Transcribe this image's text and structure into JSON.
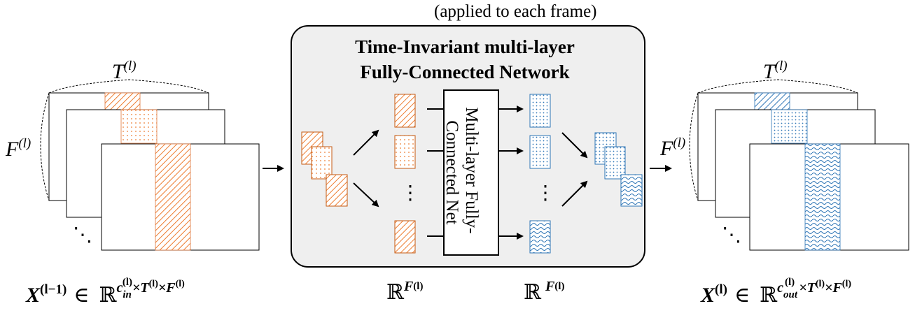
{
  "top_note": "(applied to each frame)",
  "box": {
    "title_line1": "Time-Invariant multi-layer",
    "title_line2": "Fully-Connected Network",
    "net_label_line1": "Multi-layer Fully-",
    "net_label_line2": "Connected Net",
    "background": "#efefef"
  },
  "left_tensor": {
    "time_dim": "T",
    "time_sup": "(l)",
    "freq_dim": "F",
    "freq_sup": "(l)",
    "ellipsis": "⋱",
    "caption_var": "X",
    "caption_var_sup": "(l−1)",
    "caption_in": "∈",
    "caption_space": "ℝ",
    "caption_exp_c": "c",
    "caption_exp_c_sub": "in",
    "caption_exp_c_sup": "(l)",
    "caption_exp_rest": "×T",
    "caption_exp_rest_sup": "(l)",
    "caption_exp_tail": "×F",
    "caption_exp_tail_sup": "(l)",
    "color": "#f4b183",
    "stroke": "#e0763a"
  },
  "right_tensor": {
    "time_dim": "T",
    "time_sup": "(l)",
    "freq_dim": "F",
    "freq_sup": "(l)",
    "ellipsis": "⋱",
    "caption_var": "X",
    "caption_var_sup": "(l)",
    "caption_in": "∈",
    "caption_space": "ℝ",
    "caption_exp_c": "c",
    "caption_exp_c_sub": "out",
    "caption_exp_c_sup": "(l)",
    "caption_exp_rest": "×T",
    "caption_exp_rest_sup": "(l)",
    "caption_exp_tail": "×F",
    "caption_exp_tail_sup": "(l)",
    "color": "#9dc3e6",
    "stroke": "#5b9bd5"
  },
  "mid_captions": {
    "in_space": "ℝ",
    "in_exp": "F",
    "in_exp_sup": "(l)",
    "out_space": "ℝ",
    "out_exp": "F",
    "out_exp_sup": "(l)"
  },
  "vdots": "⋮"
}
